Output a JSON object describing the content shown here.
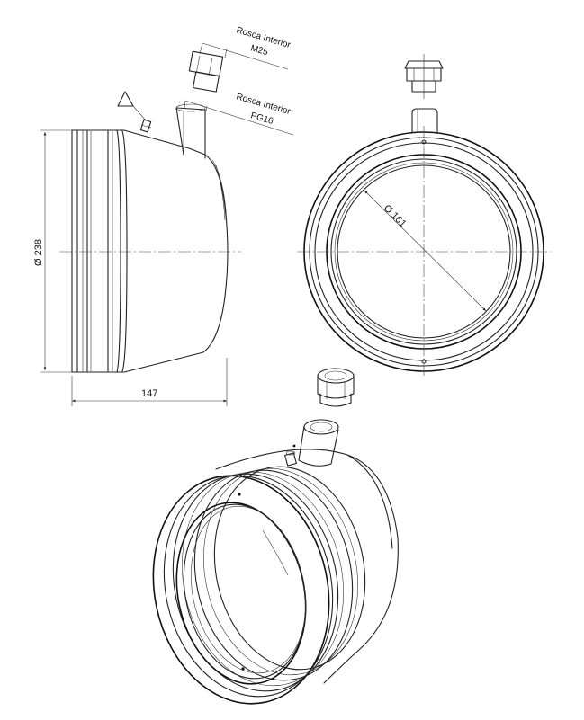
{
  "labels": {
    "thread_top_line1": "Rosca Interior",
    "thread_top_line2": "M25",
    "thread_bottom_line1": "Rosca Interior",
    "thread_bottom_line2": "PG16",
    "diameter_outer": "Ø 238",
    "diameter_inner": "Ø 161",
    "length": "147"
  },
  "symbols": {
    "triangle": "triangle-symbol-icon"
  }
}
